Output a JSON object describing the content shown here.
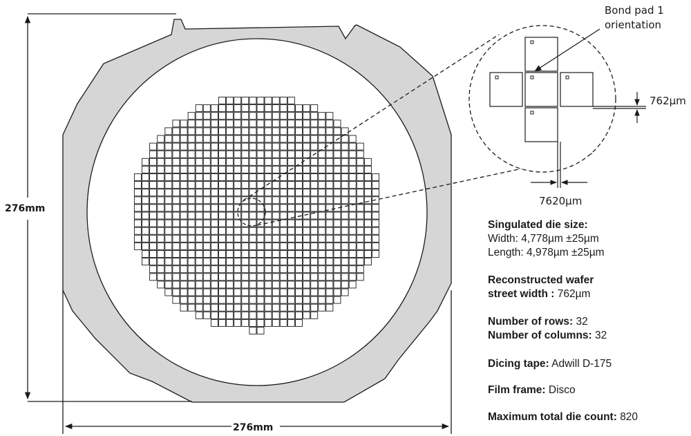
{
  "dimensions": {
    "wafer_height": "276mm",
    "wafer_width": "276mm",
    "street_width": "762µm",
    "pitch": "7620µm"
  },
  "callout": {
    "line1": "Bond pad 1",
    "line2": "orientation"
  },
  "specs": {
    "die_size_label": "Singulated die size:",
    "width_label": "Width:",
    "width_value": "4,778µm ±25µm",
    "length_label": "Length:",
    "length_value": "4,978µm ±25µm",
    "street_label_1": "Reconstructed wafer",
    "street_label_2": "street width :",
    "street_value": "762µm",
    "rows_label": "Number of rows:",
    "rows_value": "32",
    "cols_label": "Number of columns:",
    "cols_value": "32",
    "tape_label": "Dicing tape:",
    "tape_value": "Adwill D-175",
    "frame_label": "Film frame:",
    "frame_value": "Disco",
    "count_label": "Maximum total die count:",
    "count_value": "820"
  },
  "colors": {
    "frame_fill": "#d6d6d6",
    "line": "#1a1a1a"
  }
}
